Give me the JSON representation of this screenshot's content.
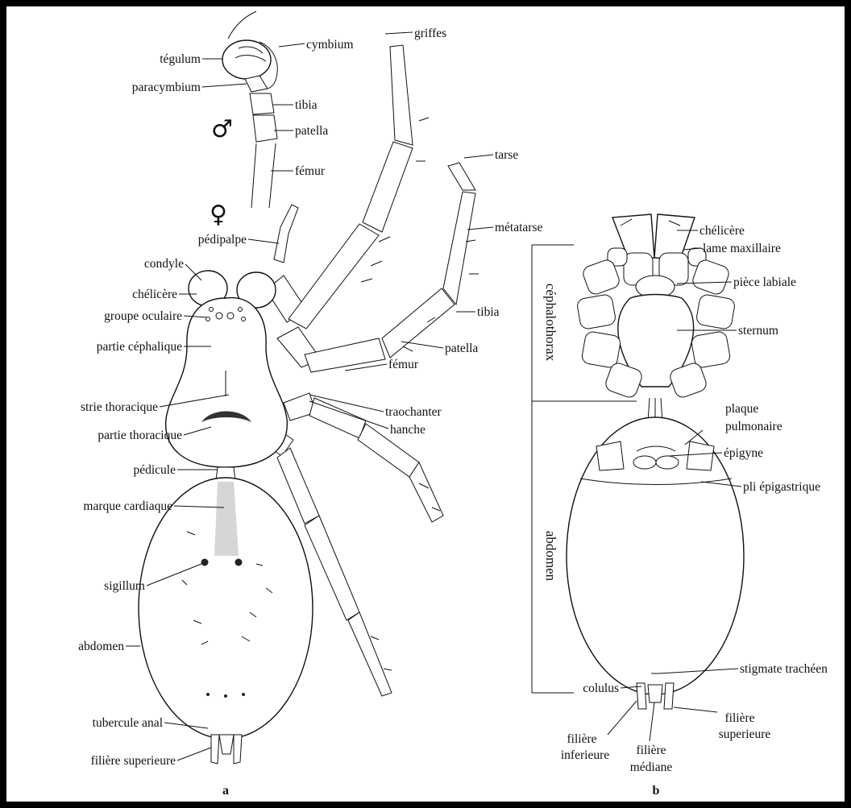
{
  "panel_a": {
    "figure_letter": "a",
    "male_symbol": "♂",
    "female_symbol": "♀",
    "labels": {
      "tegulum": "tégulum",
      "cymbium": "cymbium",
      "paracymbium": "paracymbium",
      "tibia_palp": "tibia",
      "patella_palp": "patella",
      "femur_palp": "fémur",
      "griffes": "griffes",
      "tarse": "tarse",
      "metatarse": "métatarse",
      "pedipalpe": "pédipalpe",
      "condyle": "condyle",
      "chelicere": "chélicère",
      "groupe_oculaire": "groupe oculaire",
      "partie_cephalique": "partie céphalique",
      "tibia": "tibia",
      "patella": "patella",
      "femur": "fémur",
      "strie_thoracique": "strie thoracique",
      "traochanter": "traochanter",
      "hanche": "hanche",
      "partie_thoracique": "partie thoracique",
      "pedicule": "pédicule",
      "marque_cardiaque": "marque cardiaque",
      "sigillum": "sigillum",
      "abdomen": "abdomen",
      "tubercule_anal": "tubercule anal",
      "filiere_superieure": "filière superieure"
    }
  },
  "panel_b": {
    "figure_letter": "b",
    "region_labels": {
      "cephalothorax": "céphalothorax",
      "abdomen": "abdomen"
    },
    "labels": {
      "chelicere": "chélicère",
      "lame_maxillaire": "lame maxillaire",
      "piece_labiale": "pièce labiale",
      "sternum": "sternum",
      "plaque_line1": "plaque",
      "plaque_line2": "pulmonaire",
      "epigyne": "épigyne",
      "pli_epigastrique": "pli épigastrique",
      "stigmate_tracheen": "stigmate trachéen",
      "colulus": "colulus",
      "filiere_inf_line1": "filière",
      "filiere_inf_line2": "inferieure",
      "filiere_med_line1": "filière",
      "filiere_med_line2": "médiane",
      "filiere_sup_line1": "filière",
      "filiere_sup_line2": "superieure"
    }
  }
}
